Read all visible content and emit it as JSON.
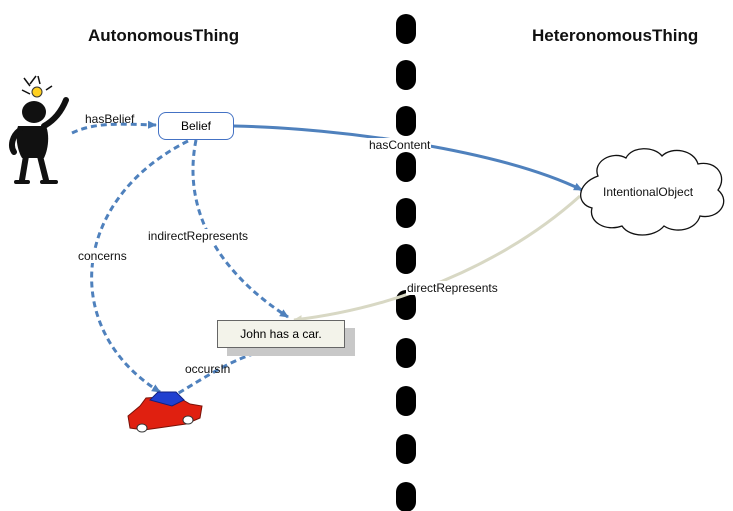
{
  "titles": {
    "left": "AutonomousThing",
    "right": "HeteronomousThing"
  },
  "nodes": {
    "belief": "Belief",
    "intentional_object": "IntentionalObject",
    "note": "John has a car."
  },
  "edges": {
    "has_belief": "hasBelief",
    "has_content": "hasContent",
    "indirect_represents": "indirectRepresents",
    "concerns": "concerns",
    "direct_represents": "directRepresents",
    "occurs_in": "occursIn"
  },
  "colors": {
    "solid_edge": "#4f81bd",
    "dashed_edge": "#4f81bd",
    "faint_edge": "#d8d8c4",
    "divider": "#000000",
    "car_body": "#e02010",
    "car_roof": "#2040d0",
    "bulb": "#ffd020"
  },
  "icons": {
    "person": "thinking-person-icon",
    "bulb": "lightbulb-icon",
    "car": "car-icon",
    "cloud": "cloud-shape"
  }
}
